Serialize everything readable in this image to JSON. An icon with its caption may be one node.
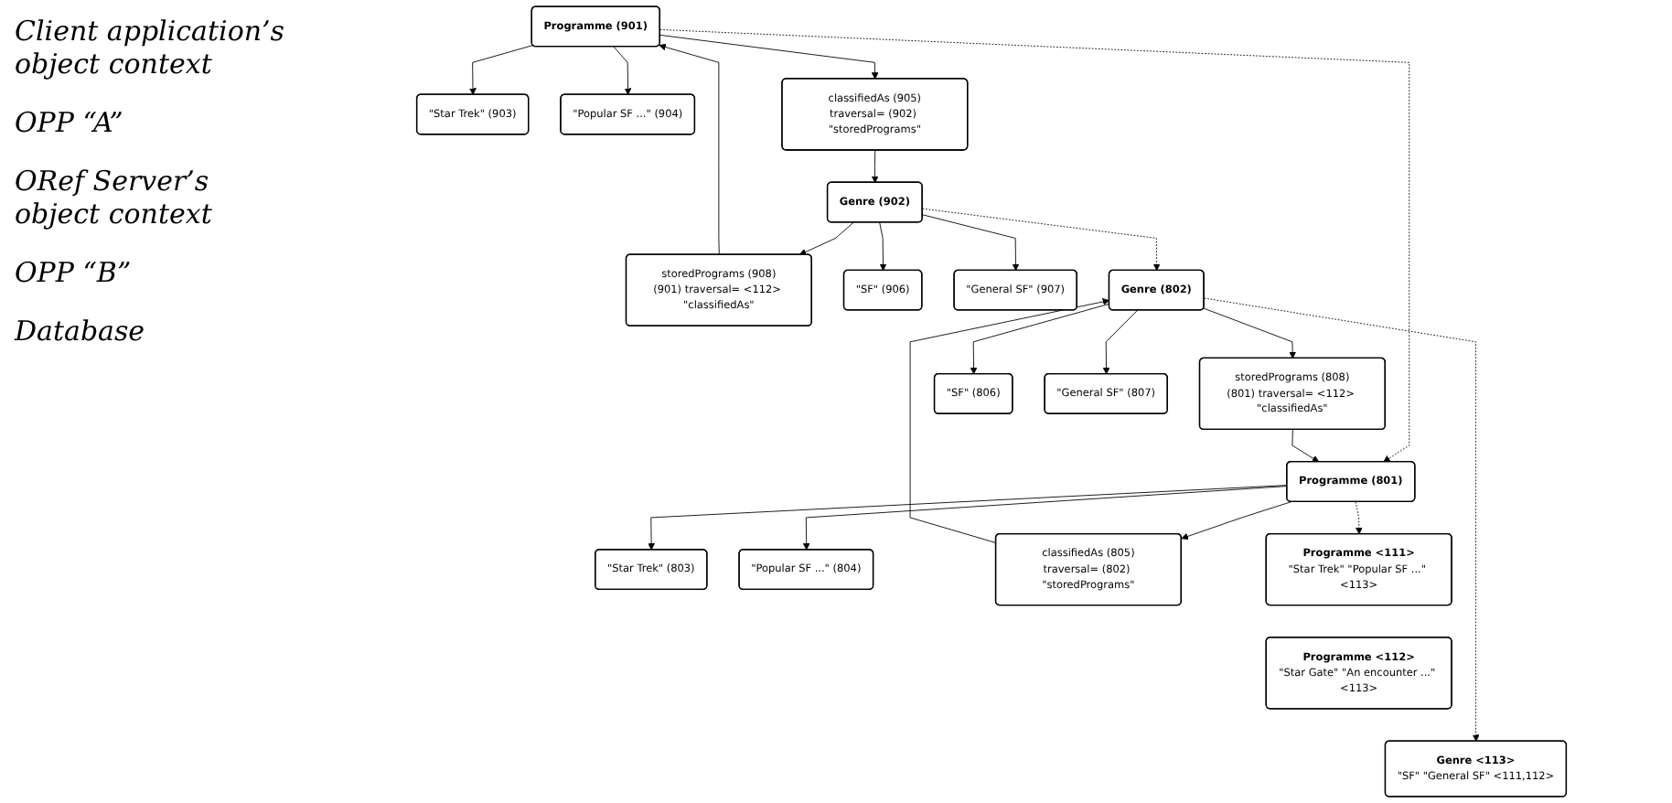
{
  "diagram": {
    "nodes": [
      {
        "text": [
          "\"Star Trek\" (903)"
        ]
      },
      {
        "text": [
          "\"Popular SF ...\" (904)"
        ]
      },
      {
        "text": [
          "Programme (901)"
        ]
      },
      {
        "text": [
          "classifiedAs (905)",
          "traversal= (902) \"storedPrograms\""
        ]
      },
      {
        "text": [
          "storedPrograms (908)",
          "(901) traversal= <112> \"classifiedAs\""
        ]
      },
      {
        "text": [
          "Genre (902)"
        ]
      },
      {
        "text": [
          "\"SF\" (906)"
        ]
      },
      {
        "text": [
          "\"General SF\" (907)"
        ]
      },
      {
        "text": [
          "\"Star Trek\" (803)"
        ]
      },
      {
        "text": [
          "\"Popular SF ...\" (804)"
        ]
      },
      {
        "text": [
          "Programme (801)"
        ]
      },
      {
        "text": [
          "classifiedAs (805)",
          "traversal= (802) \"storedPrograms\""
        ]
      },
      {
        "text": [
          "storedPrograms (808)",
          "(801) traversal= <112> \"classifiedAs\""
        ]
      },
      {
        "text": [
          "Genre (802)"
        ]
      },
      {
        "text": [
          "\"SF\" (806)"
        ]
      },
      {
        "text": [
          "\"General SF\" (807)"
        ]
      },
      {
        "text": [
          "Programme <111>",
          "\"Star Trek\" \"Popular SF ...\" <113>"
        ]
      },
      {
        "text": [
          "Programme <112>",
          "\"Star Gate\" \"An encounter ...\" <113>"
        ]
      },
      {
        "text": [
          "Genre <113>",
          "\"SF\" \"General SF\" <111,112>"
        ]
      }
    ],
    "edges": [
      {
        "from": 2,
        "to": 0,
        "arrow": "to"
      },
      {
        "from": 2,
        "to": 1,
        "arrow": "to"
      },
      {
        "from": 2,
        "to": 3,
        "arrow": "to"
      },
      {
        "from": 3,
        "to": 5,
        "arrow": "to"
      },
      {
        "from": 5,
        "to": 6,
        "arrow": "to"
      },
      {
        "from": 5,
        "to": 7,
        "arrow": "to"
      },
      {
        "from": 5,
        "to": 4,
        "arrow": "to"
      },
      {
        "from": 4,
        "to": 2,
        "arrow": "to"
      },
      {
        "from": 2,
        "to": 10,
        "arrow": "to",
        "style": "dashed"
      },
      {
        "from": 5,
        "to": 13,
        "arrow": "to",
        "style": "dashed"
      },
      {
        "from": 10,
        "to": 8,
        "arrow": "to"
      },
      {
        "from": 10,
        "to": 9,
        "arrow": "to"
      },
      {
        "from": 10,
        "to": 11,
        "arrow": "to"
      },
      {
        "from": 11,
        "to": 13,
        "arrow": "to"
      },
      {
        "from": 13,
        "to": 14,
        "arrow": "to"
      },
      {
        "from": 13,
        "to": 15,
        "arrow": "to"
      },
      {
        "from": 13,
        "to": 12,
        "arrow": "to"
      },
      {
        "from": 12,
        "to": 10,
        "arrow": "to"
      },
      {
        "from": 10,
        "to": 16,
        "arrow": "to",
        "style": "dashed"
      },
      {
        "from": 13,
        "to": 18,
        "arrow": "to",
        "style": "dashed"
      }
    ],
    "labels": [
      "Client application’s object context",
      "OPP “A”",
      "ORef Server’s object context",
      "OPP “B”",
      "Database"
    ]
  }
}
